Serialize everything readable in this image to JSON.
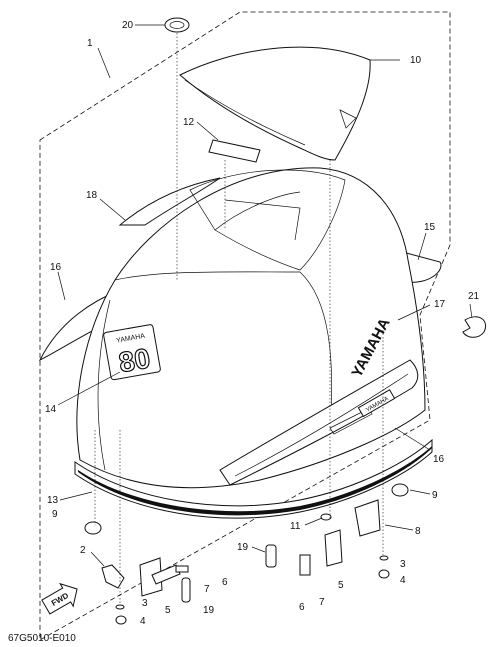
{
  "diagram": {
    "drawing_code": "67G5010-E010",
    "fwd_label": "FWD",
    "brand_text": "YAMAHA",
    "hp_text": "80",
    "small_decal_text": "YAMAHA",
    "callouts": {
      "c1": "1",
      "c2": "2",
      "c3a": "3",
      "c3b": "3",
      "c4a": "4",
      "c4b": "4",
      "c5a": "5",
      "c5b": "5",
      "c6a": "6",
      "c6b": "6",
      "c7a": "7",
      "c7b": "7",
      "c8": "8",
      "c9a": "9",
      "c9b": "9",
      "c10": "10",
      "c11": "11",
      "c12": "12",
      "c13": "13",
      "c14": "14",
      "c15": "15",
      "c16a": "16",
      "c16b": "16",
      "c17": "17",
      "c18": "18",
      "c19a": "19",
      "c19b": "19",
      "c20": "20",
      "c21": "21"
    }
  }
}
